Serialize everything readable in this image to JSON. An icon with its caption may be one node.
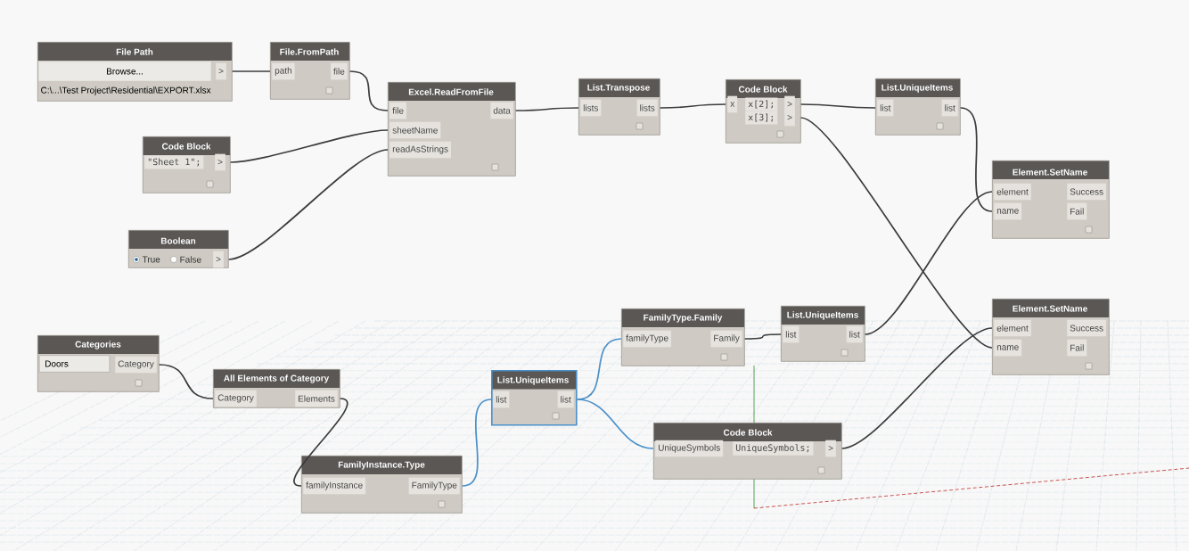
{
  "diagram": {
    "nodes": [
      {
        "text": [
          "File Path",
          "Browse...",
          ">",
          "C:\\...\\Test Project\\Residential\\EXPORT.xlsx"
        ]
      },
      {
        "text": [
          "File.FromPath",
          "path",
          "file"
        ]
      },
      {
        "text": [
          "Excel.ReadFromFile",
          "file",
          "sheetName",
          "readAsStrings",
          "data"
        ]
      },
      {
        "text": [
          "List.Transpose",
          "lists",
          "lists"
        ]
      },
      {
        "text": [
          "Code Block",
          "x",
          "x[2];",
          "x[3];",
          ">",
          ">"
        ]
      },
      {
        "text": [
          "List.UniqueItems",
          "list",
          "list"
        ]
      },
      {
        "text": [
          "Code Block",
          "\"Sheet 1\";",
          ">"
        ]
      },
      {
        "text": [
          "Element.SetName",
          "element",
          "name",
          "Success",
          "Fail"
        ]
      },
      {
        "text": [
          "Boolean",
          "True",
          "False",
          ">"
        ]
      },
      {
        "text": [
          "Categories",
          "Doors",
          "Category"
        ]
      },
      {
        "text": [
          "FamilyType.Family",
          "familyType",
          "Family"
        ]
      },
      {
        "text": [
          "List.UniqueItems",
          "list",
          "list"
        ]
      },
      {
        "text": [
          "Element.SetName",
          "element",
          "name",
          "Success",
          "Fail"
        ]
      },
      {
        "text": [
          "All Elements of Category",
          "Category",
          "Elements"
        ]
      },
      {
        "text": [
          "List.UniqueItems",
          "list",
          "list"
        ]
      },
      {
        "text": [
          "Code Block",
          "UniqueSymbols",
          "UniqueSymbols;",
          ">"
        ]
      },
      {
        "text": [
          "FamilyInstance.Type",
          "familyInstance",
          "FamilyType"
        ]
      }
    ],
    "edges": [
      {
        "from": 0,
        "to": 1,
        "arrow": "none"
      },
      {
        "from": 1,
        "to": 2,
        "arrow": "none"
      },
      {
        "from": 6,
        "to": 2,
        "arrow": "none"
      },
      {
        "from": 8,
        "to": 2,
        "arrow": "none"
      },
      {
        "from": 2,
        "to": 3,
        "arrow": "none"
      },
      {
        "from": 3,
        "to": 4,
        "arrow": "none"
      },
      {
        "from": 4,
        "to": 5,
        "arrow": "none"
      },
      {
        "from": 5,
        "to": 7,
        "arrow": "none"
      },
      {
        "from": 4,
        "to": 12,
        "arrow": "none"
      },
      {
        "from": 11,
        "to": 7,
        "arrow": "none"
      },
      {
        "from": 9,
        "to": 13,
        "arrow": "none"
      },
      {
        "from": 13,
        "to": 16,
        "arrow": "none"
      },
      {
        "from": 16,
        "to": 14,
        "arrow": "none",
        "color": "#4a90c8"
      },
      {
        "from": 14,
        "to": 10,
        "arrow": "none",
        "color": "#4a90c8"
      },
      {
        "from": 14,
        "to": 15,
        "arrow": "none",
        "color": "#4a90c8"
      },
      {
        "from": 10,
        "to": 11,
        "arrow": "none"
      },
      {
        "from": 15,
        "to": 12,
        "arrow": "none"
      }
    ]
  }
}
